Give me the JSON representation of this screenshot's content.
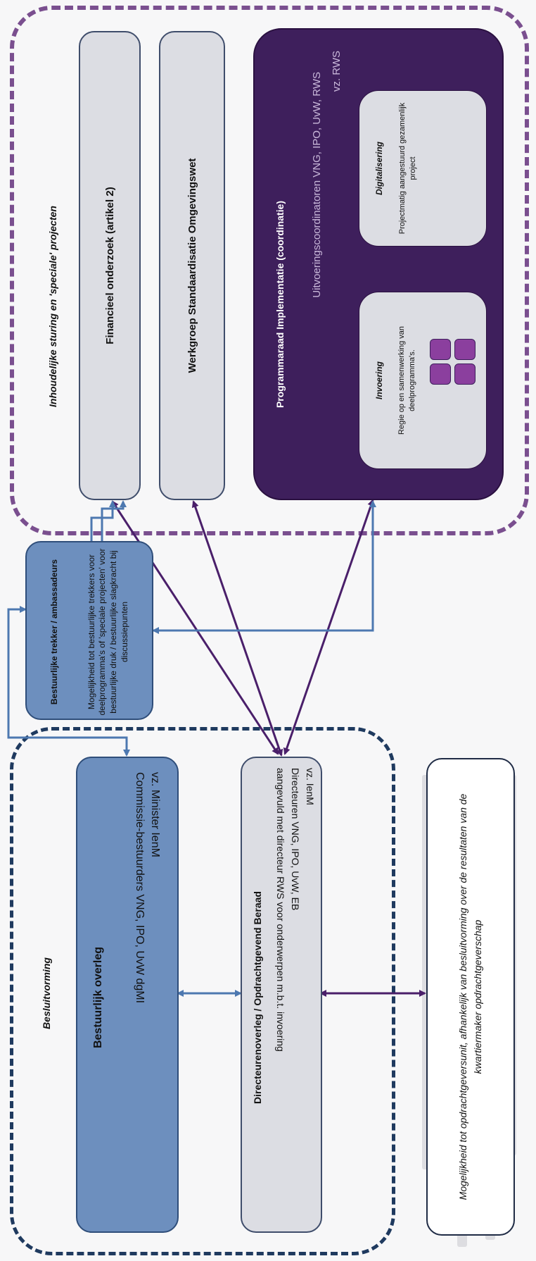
{
  "besluitvorming_label": "Besluitvorming",
  "inhoudelijke_label": "Inhoudelijke sturing en 'speciale' projecten",
  "bestuurlijk_overleg": {
    "title": "Bestuurlijk overleg",
    "chair": "vz. Minister IenM",
    "members": "Commissie-bestuurders VNG, IPO, UvW dgMI"
  },
  "directeurenoverleg": {
    "title": "Directeurenoverleg / Opdrachtgevend Beraad",
    "chair": "vz. IenM",
    "members": "Directeuren VNG, IPO, UvW, EB",
    "extra": "aangevuld met directeur RWS voor onderwerpen m.b.t. invoering"
  },
  "opdrachtgever_note": "Mogelijkheid tot opdrachtgeversunit, afhankelijk van besluitvorming over de resultaten van de kwartiermaker opdrachtgeverschap",
  "trekker": {
    "title": "Bestuurlijke trekker / ambassadeurs",
    "text": "Mogelijkheid tot bestuurlijke trekkers voor deelprogramma's of 'speciale projecten' voor bestuurlijke druk / bestuurlijke slagkracht bij discussiepunten"
  },
  "financieel": "Financieel onderzoek (artikel 2)",
  "werkgroep": "Werkgroep Standaardisatie Omgevingswet",
  "programmaraad": {
    "title": "Programmaraad Implementatie (coordinatie)",
    "members": "Uitvoeringscoordinatoren VNG, IPO, UvW, RWS",
    "chair": "vz. RWS"
  },
  "invoering": {
    "title": "Invoering",
    "text": "Regie op en samenwerking van deelprogramma's."
  },
  "digitalisering": {
    "title": "Digitalisering",
    "text": "Projectmatig aangestuurd gezamenlijk project"
  },
  "colors": {
    "purple_dashed": "#7a4f8f",
    "blue_dashed": "#1f3a5f",
    "purple_box": "#3e1f5c",
    "blue_box": "#6d8fbe",
    "grey_box": "#dcdde3",
    "invoering_tiles": "#8b3f9e"
  }
}
